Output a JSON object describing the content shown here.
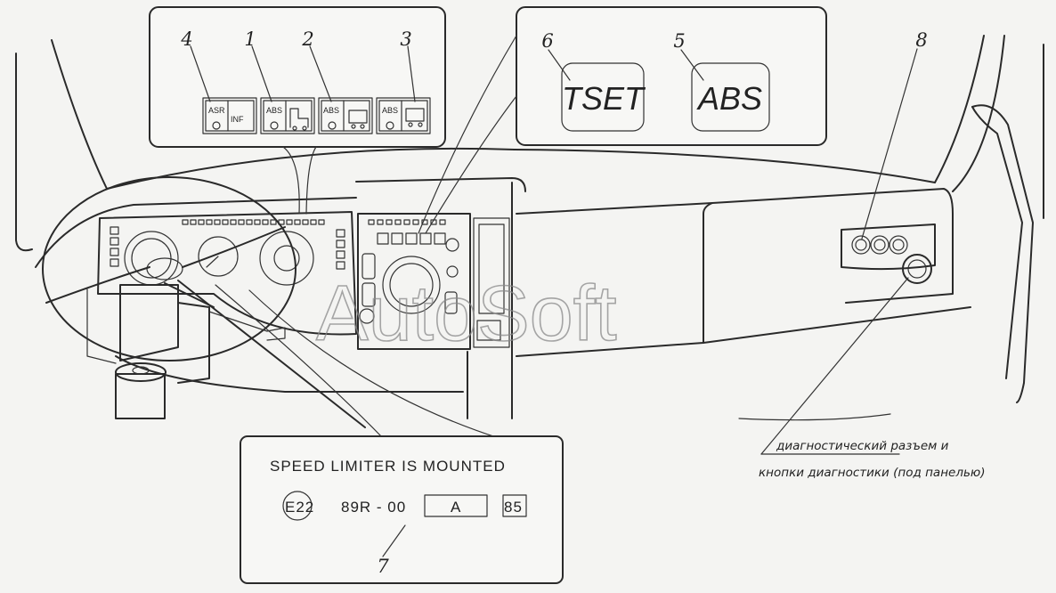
{
  "callouts": [
    "1",
    "2",
    "3",
    "4",
    "5",
    "6",
    "7",
    "8"
  ],
  "indicators": {
    "asr": "ASR",
    "inf": "INF",
    "abs": "ABS"
  },
  "display_labels": {
    "tset": "TSET",
    "abs": "ABS"
  },
  "plate": {
    "title": "SPEED LIMITER IS MOUNTED",
    "mark": "E22",
    "code": "89R - 00",
    "class": "A",
    "value": "85"
  },
  "diagnostic_note": {
    "line1": "диагностический разъем и",
    "line2": "кнопки диагностики (под панелью)"
  },
  "watermark": "AutoSoft"
}
